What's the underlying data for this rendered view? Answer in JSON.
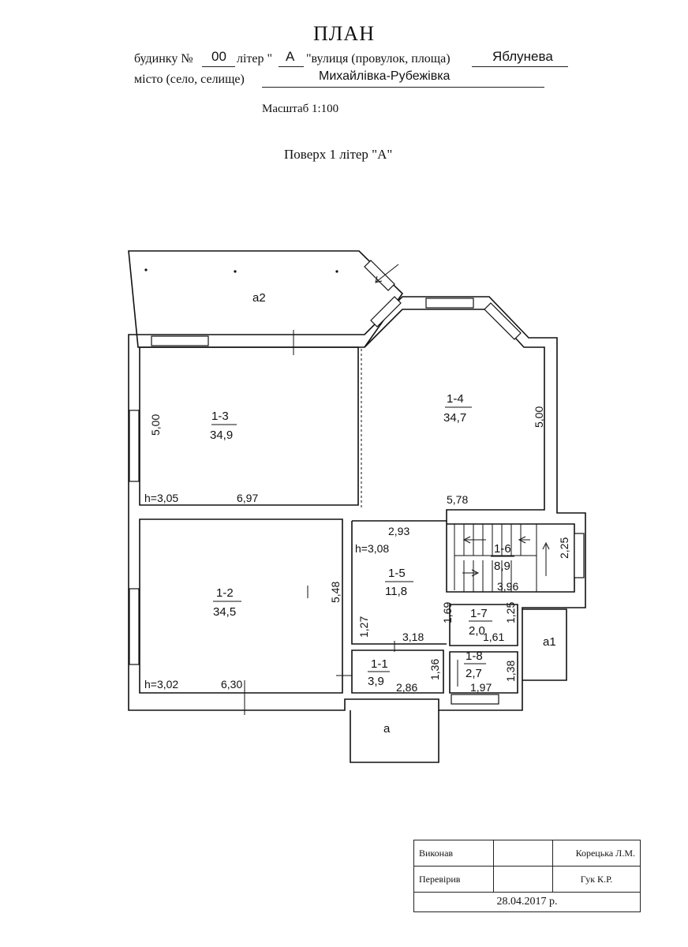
{
  "header": {
    "title": "ПЛАН",
    "house_label": "будинку №",
    "house_no": "00",
    "liter_label": "літер \"",
    "liter": "А",
    "street_label": "\"вулиця (провулок, площа)",
    "street": "Яблунева",
    "city_label": "місто (село, селище)",
    "city": "Михайлівка-Рубежівка",
    "scale": "Масштаб 1:100",
    "floor": "Поверх 1 літер \"А\""
  },
  "plan": {
    "rooms": [
      {
        "id": "1-1",
        "area": "3,9"
      },
      {
        "id": "1-2",
        "area": "34,5"
      },
      {
        "id": "1-3",
        "area": "34,9"
      },
      {
        "id": "1-4",
        "area": "34,7"
      },
      {
        "id": "1-5",
        "area": "11,8"
      },
      {
        "id": "1-6",
        "area": "8,9"
      },
      {
        "id": "1-7",
        "area": "2,0"
      },
      {
        "id": "1-8",
        "area": "2,7"
      }
    ],
    "outside": [
      "a2",
      "a1",
      "a"
    ],
    "dimensions": [
      "5,00",
      "6,97",
      "5,00",
      "5,78",
      "2,93",
      "2,25",
      "3,96",
      "5,48",
      "6,30",
      "1,27",
      "3,18",
      "1,69",
      "1,25",
      "1,61",
      "1,36",
      "2,86",
      "1,38",
      "1,97"
    ],
    "heights": [
      "h=3,05",
      "h=3,08",
      "h=3,02"
    ]
  },
  "stamp": {
    "done_label": "Виконав",
    "done_name": "Корецька Л.М.",
    "check_label": "Перевірив",
    "check_name": "Гук К.Р.",
    "date": "28.04.2017 р."
  }
}
